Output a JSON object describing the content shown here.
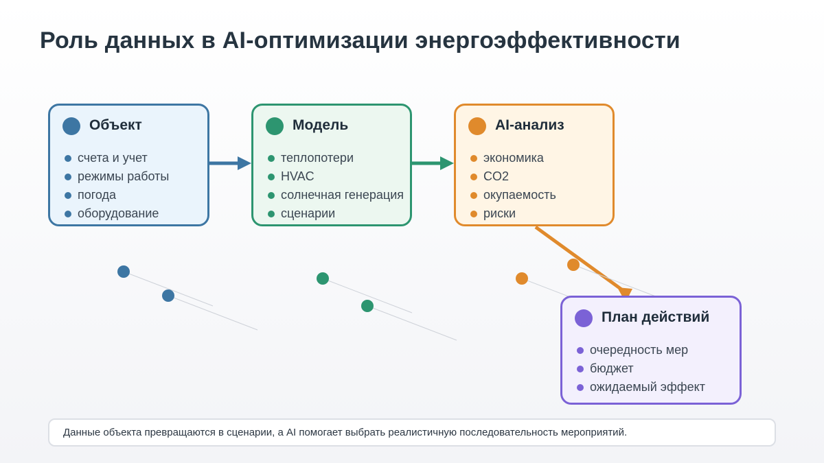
{
  "title": "Роль данных в AI-оптимизации энергоэффективности",
  "colors": {
    "object": "#3d76a3",
    "model": "#2d9570",
    "ai": "#e08a2c",
    "plan": "#7b62d6"
  },
  "cards": {
    "object": {
      "title": "Объект",
      "items": [
        "счета и учет",
        "режимы работы",
        "погода",
        "оборудование"
      ]
    },
    "model": {
      "title": "Модель",
      "items": [
        "теплопотери",
        "HVAC",
        "солнечная генерация",
        "сценарии"
      ]
    },
    "ai": {
      "title": "AI-анализ",
      "items": [
        "экономика",
        "CO2",
        "окупаемость",
        "риски"
      ]
    },
    "plan": {
      "title": "План действий",
      "items": [
        "очередность мер",
        "бюджет",
        "ожидаемый эффект"
      ]
    }
  },
  "footer": "Данные объекта превращаются в сценарии, а AI помогает выбрать реалистичную последовательность мероприятий."
}
